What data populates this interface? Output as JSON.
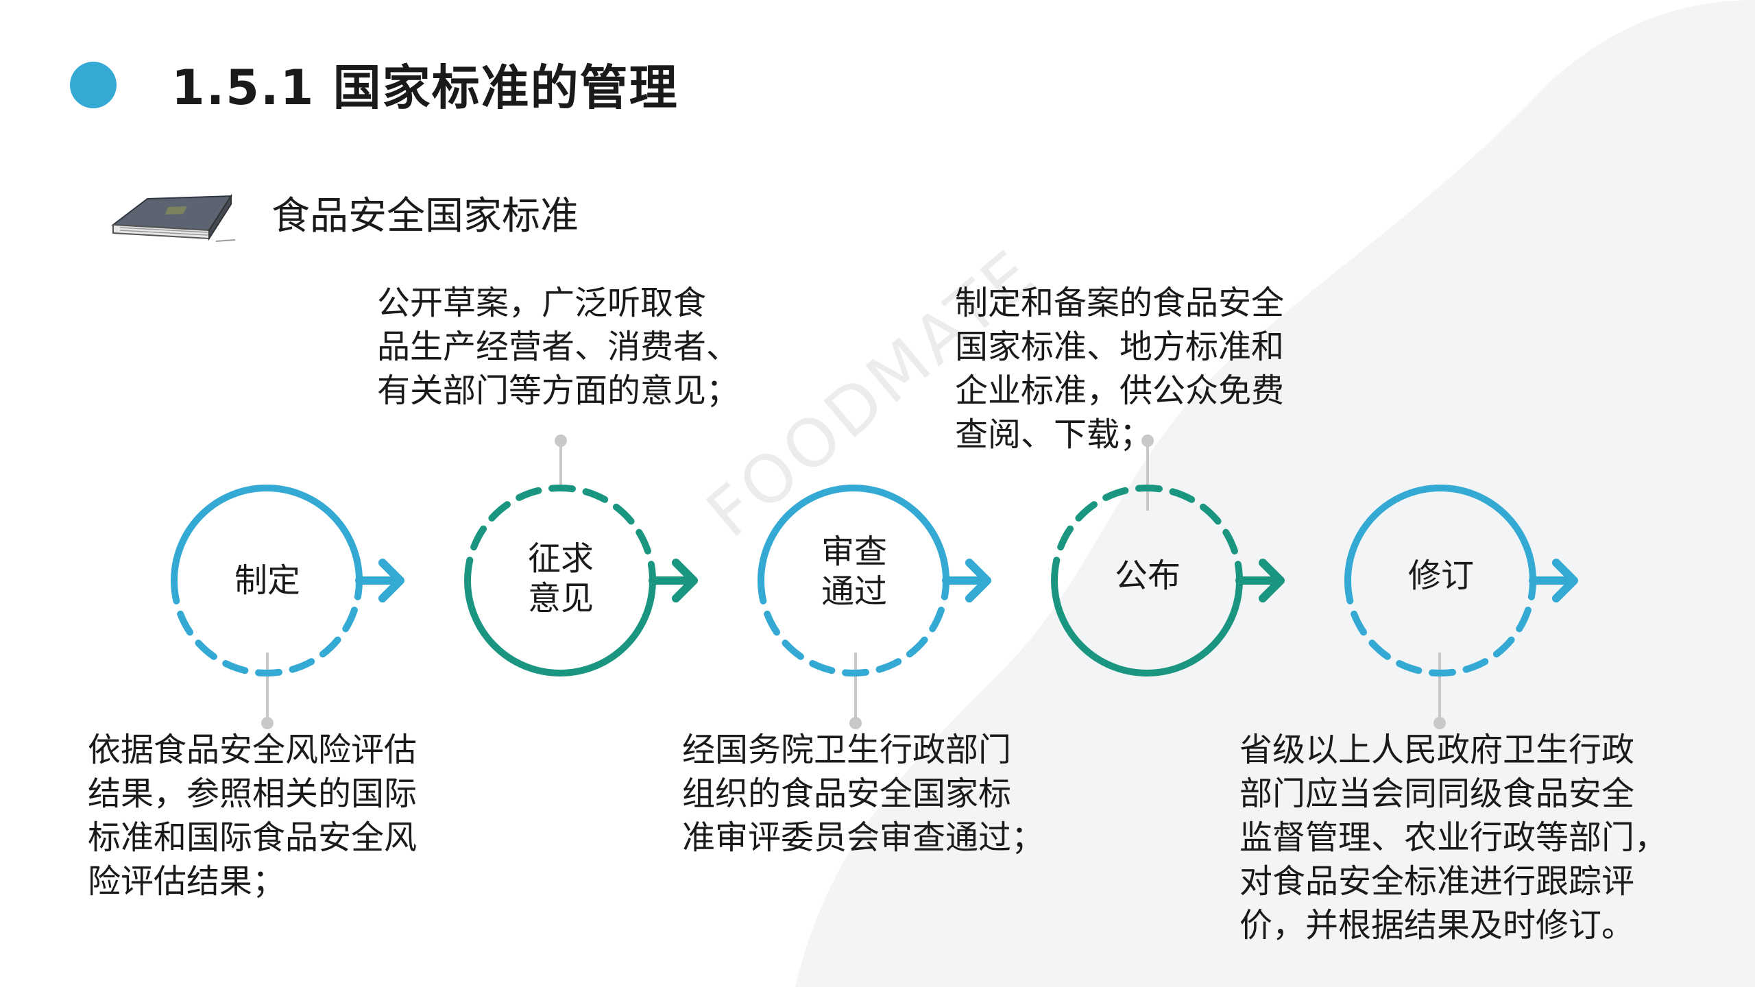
{
  "title": "1.5.1  国家标准的管理",
  "subtitle": "食品安全国家标准",
  "watermark": "FOODMATE",
  "colors": {
    "blue": "#33a9d3",
    "teal": "#1a9680",
    "connector": "#c8c8c8"
  },
  "steps": [
    {
      "label": "制定",
      "color": "blue",
      "style": "top-solid"
    },
    {
      "label": "征求\n意见",
      "color": "teal",
      "style": "top-dashed"
    },
    {
      "label": "审查\n通过",
      "color": "blue",
      "style": "top-solid"
    },
    {
      "label": "公布",
      "color": "teal",
      "style": "top-dashed"
    },
    {
      "label": "修订",
      "color": "blue",
      "style": "top-solid"
    }
  ],
  "descriptions": {
    "zhiding": "依据食品安全风险评估\n结果，参照相关的国际\n标准和国际食品安全风\n险评估结果；",
    "zhengqiu": "公开草案，广泛听取食\n品生产经营者、消费者、\n有关部门等方面的意见；",
    "shencha": "经国务院卫生行政部门\n组织的食品安全国家标\n准审评委员会审查通过；",
    "gongbu": "制定和备案的食品安全\n国家标准、地方标准和\n企业标准，供公众免费\n查阅、下载；",
    "xiuding": "省级以上人民政府卫生行政\n部门应当会同同级食品安全\n监督管理、农业行政等部门，\n对食品安全标准进行跟踪评\n价，并根据结果及时修订。"
  },
  "icons": {
    "title_bullet": "circle-bullet-icon",
    "book": "book-icon",
    "arrow": "arrow-right-icon"
  }
}
